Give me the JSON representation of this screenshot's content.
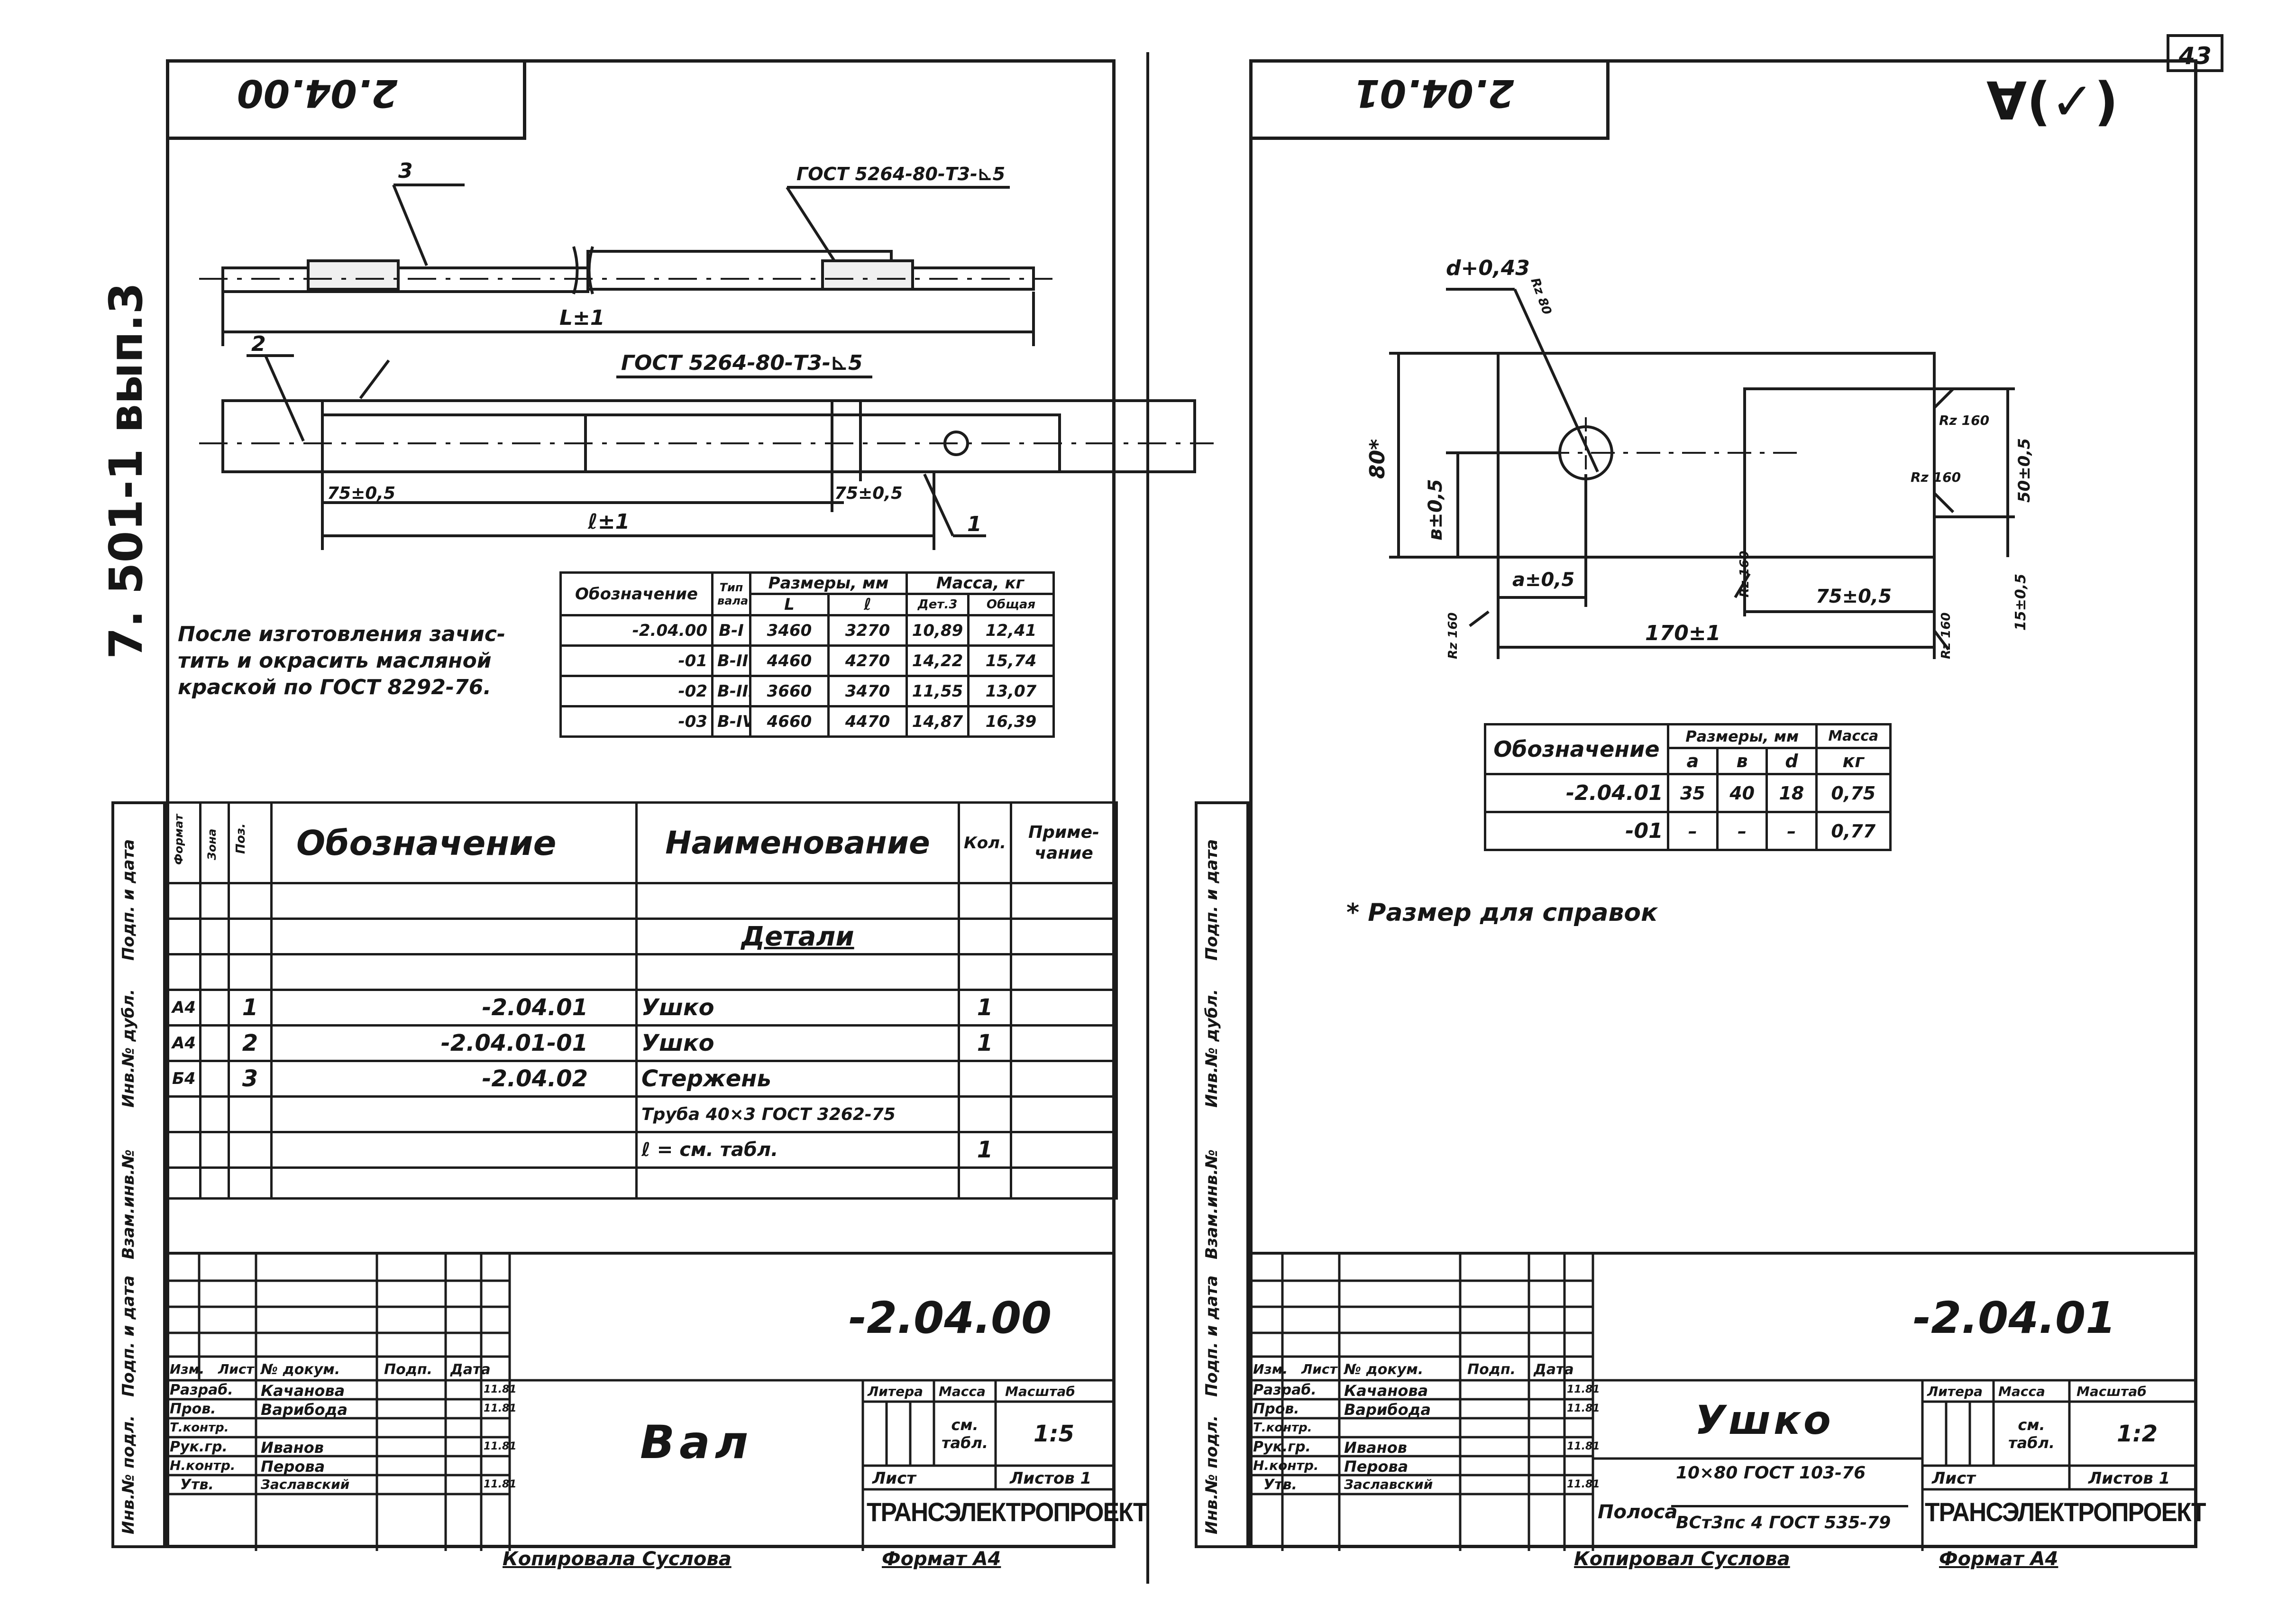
{
  "page_number": "43",
  "side_label": "7. 501-1 вып.3",
  "left_sheet": {
    "stamp_code": "2.04.00",
    "weld_note_top": "ГОСТ 5264-80-Т3-⊾5",
    "weld_note_bottom": "ГОСТ 5264-80-Т3-⊾5",
    "callout_3": "3",
    "callout_2": "2",
    "callout_1": "1",
    "dim_L": "L±1",
    "dim_l": "ℓ±1",
    "dim_75_left": "75±0,5",
    "dim_75_right": "75±0,5",
    "note": [
      "После изготовления зачис-",
      "тить и окрасить масляной",
      "краской по ГОСТ 8292-76."
    ],
    "dims_table": {
      "h_designation": "Обозначение",
      "h_type": "Тип вала",
      "h_dims": "Размеры, мм",
      "h_mass": "Масса, кг",
      "h_L": "L",
      "h_l": "ℓ",
      "h_det3": "Дет.3",
      "h_total": "Общая",
      "rows": [
        {
          "designation": "-2.04.00",
          "type": "В-I",
          "L": "3460",
          "l": "3270",
          "det3": "10,89",
          "total": "12,41"
        },
        {
          "designation": "-01",
          "type": "В-II",
          "L": "4460",
          "l": "4270",
          "det3": "14,22",
          "total": "15,74"
        },
        {
          "designation": "-02",
          "type": "В-III",
          "L": "3660",
          "l": "3470",
          "det3": "11,55",
          "total": "13,07"
        },
        {
          "designation": "-03",
          "type": "В-IV",
          "L": "4660",
          "l": "4470",
          "det3": "14,87",
          "total": "16,39"
        }
      ]
    },
    "spec": {
      "h_format": "Формат",
      "h_zone": "Зона",
      "h_pos": "Поз.",
      "h_designation": "Обозначение",
      "h_name": "Наименование",
      "h_qty": "Кол.",
      "h_note": "Приме-чание",
      "section": "Детали",
      "rows": [
        {
          "format": "А4",
          "pos": "1",
          "designation": "-2.04.01",
          "name": "Ушко",
          "qty": "1"
        },
        {
          "format": "А4",
          "pos": "2",
          "designation": "-2.04.01-01",
          "name": "Ушко",
          "qty": "1"
        },
        {
          "format": "Б4",
          "pos": "3",
          "designation": "-2.04.02",
          "name": "Стержень",
          "qty": ""
        },
        {
          "format": "",
          "pos": "",
          "designation": "",
          "name": "Труба 40×3 ГОСТ 3262-75",
          "qty": ""
        },
        {
          "format": "",
          "pos": "",
          "designation": "",
          "name": "ℓ = см. табл.",
          "qty": "1"
        }
      ]
    },
    "title_block": {
      "doc_code": "-2.04.00",
      "title": "Вал",
      "h_izm": "Изм.",
      "h_list": "Лист",
      "h_ndoc": "№ докум.",
      "h_sign": "Подп.",
      "h_date": "Дата",
      "h_litera": "Литера",
      "h_massa": "Масса",
      "h_masshtab": "Масштаб",
      "massa_value": "см. табл.",
      "scale_value": "1:5",
      "sheet_label": "Лист",
      "sheets_label": "Листов 1",
      "company": "ТРАНСЭЛЕКТРОПРОЕКТ",
      "roles": [
        {
          "role": "Разраб.",
          "name": "Качанова",
          "date": "11.81"
        },
        {
          "role": "Пров.",
          "name": "Варибода",
          "date": "11.81"
        },
        {
          "role": "Т.контр.",
          "name": "",
          "date": ""
        },
        {
          "role": "Рук.гр.",
          "name": "Иванов",
          "date": "11.81"
        },
        {
          "role": "Н.контр.",
          "name": "Перова",
          "date": ""
        },
        {
          "role": "Утв.",
          "name": "Заславский",
          "date": "11.81"
        }
      ],
      "footer_copied": "Копировала Суслова",
      "footer_format": "Формат А4"
    },
    "margin_labels": [
      "Инв.№ подл.",
      "Подп. и дата",
      "Взам.инв.№",
      "Инв.№ дубл.",
      "Подп. и дата"
    ]
  },
  "right_sheet": {
    "stamp_code": "2.04.01",
    "roughness_mark": "∀(✓)",
    "dim_alpha_label": "d+0,43",
    "dim_rz_hole": "Rz 80",
    "dim_80": "80*",
    "dim_b": "в±0,5",
    "dim_a": "а±0,5",
    "dim_75": "75±0,5",
    "dim_170": "170±1",
    "dim_50": "50±0,5",
    "dim_15": "15±0,5",
    "rz160_a": "Rz 160",
    "rz160_b": "Rz 160",
    "rz160_c": "Rz 160",
    "rz160_d": "Rz 160",
    "rz160_e": "Rz 160",
    "table": {
      "h_designation": "Обозначение",
      "h_dims": "Размеры, мм",
      "h_mass": "Масса",
      "h_a": "а",
      "h_b": "в",
      "h_d": "d",
      "h_kg": "кг",
      "rows": [
        {
          "designation": "-2.04.01",
          "a": "35",
          "b": "40",
          "d": "18",
          "mass": "0,75"
        },
        {
          "designation": "-01",
          "a": "–",
          "b": "–",
          "d": "–",
          "mass": "0,77"
        }
      ]
    },
    "ref_note": "* Размер для справок",
    "title_block": {
      "doc_code": "-2.04.01",
      "title": "Ушко",
      "material_label": "Полоса",
      "material_top": "10×80 ГОСТ 103-76",
      "material_bottom": "ВСт3пс 4 ГОСТ 535-79",
      "h_izm": "Изм.",
      "h_list": "Лист",
      "h_ndoc": "№ докум.",
      "h_sign": "Подп.",
      "h_date": "Дата",
      "h_litera": "Литера",
      "h_massa": "Масса",
      "h_masshtab": "Масштаб",
      "massa_value": "см. табл.",
      "scale_value": "1:2",
      "sheet_label": "Лист",
      "sheets_label": "Листов 1",
      "company": "ТРАНСЭЛЕКТРОПРОЕКТ",
      "roles": [
        {
          "role": "Разраб.",
          "name": "Качанова",
          "date": "11.81"
        },
        {
          "role": "Пров.",
          "name": "Варибода",
          "date": "11.81"
        },
        {
          "role": "Т.контр.",
          "name": "",
          "date": ""
        },
        {
          "role": "Рук.гр.",
          "name": "Иванов",
          "date": "11.81"
        },
        {
          "role": "Н.контр.",
          "name": "Перова",
          "date": ""
        },
        {
          "role": "Утв.",
          "name": "Заславский",
          "date": "11.81"
        }
      ],
      "footer_copied": "Копировал Суслова",
      "footer_format": "Формат А4"
    },
    "margin_labels": [
      "Инв.№ подл.",
      "Подп. и дата",
      "Взам.инв.№",
      "Инв.№ дубл.",
      "Подп. и дата"
    ]
  }
}
